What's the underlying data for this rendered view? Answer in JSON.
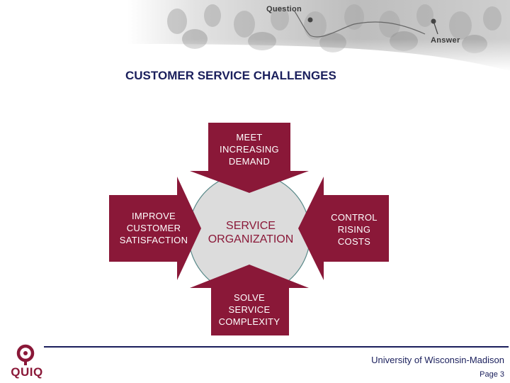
{
  "header": {
    "banner_question": "Question",
    "banner_answer": "Answer"
  },
  "slide": {
    "title": "CUSTOMER SERVICE CHALLENGES"
  },
  "diagram": {
    "center": "SERVICE\nORGANIZATION",
    "top": "MEET\nINCREASING\nDEMAND",
    "left": "IMPROVE\nCUSTOMER\nSATISFACTION",
    "right": "CONTROL\nRISING\nCOSTS",
    "bottom": "SOLVE\nSERVICE\nCOMPLEXITY",
    "colors": {
      "arrow": "#8a1838",
      "circle_fill": "#dcdcdc",
      "circle_stroke": "#5a8a8a",
      "center_text": "#8a1838"
    }
  },
  "footer": {
    "logo_text": "QUIQ",
    "university": "University of Wisconsin-Madison",
    "page": "Page 3"
  }
}
